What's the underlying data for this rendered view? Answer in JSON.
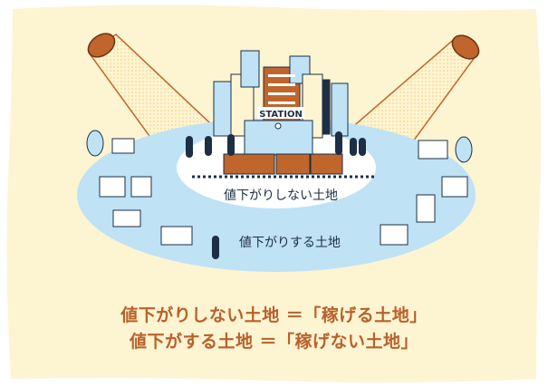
{
  "illustration": {
    "station_sign": "STATION",
    "inner_area_label": "値下がりしない土地",
    "outer_area_label": "値下がりする土地"
  },
  "captions": [
    "値下がりしない土地 ＝「稼げる土地」",
    "値下がする土地 ＝「稼げない土地」"
  ],
  "colors": {
    "background": "#fdf4d2",
    "outer_area": "#bfe2f5",
    "inner_area": "#ffffff",
    "accent": "#b8612b",
    "ink": "#1d2f45"
  }
}
